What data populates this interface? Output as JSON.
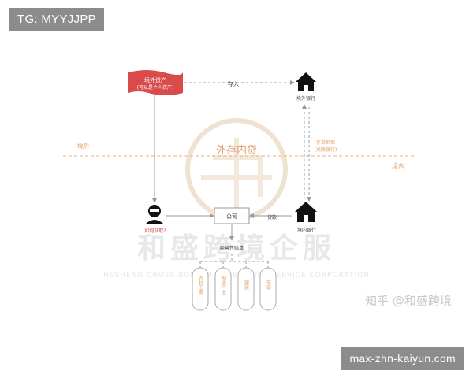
{
  "tags": {
    "top_left": "TG: MYYJJPP",
    "bottom_right": "max-zhn-kaiyun.com"
  },
  "diagram": {
    "flag_line1": "境外资产",
    "flag_line2": "(可以是个人资产)",
    "deposit_label": "存入",
    "overseas_bank": "境外银行",
    "pledge_line1": "存单担保",
    "pledge_line2": "(关联银行)",
    "region_outside": "境外",
    "region_inside": "境内",
    "center_title": "外存内贷",
    "question": "如何获取?",
    "company": "公司",
    "loan_label": "贷款",
    "domestic_bank": "境内银行",
    "operating_result": "经营性结算",
    "outputs": [
      "农村工商",
      "制造产业",
      "服装",
      "等等"
    ]
  },
  "watermark": {
    "brand": "和盛跨境企服",
    "brand_en": "HESHENG CROSS-BORDER ENTERPRISE SERVICE CORPORATION",
    "credit": "知乎 @和盛跨境"
  },
  "colors": {
    "flag": "#d94a4a",
    "orange_label": "#e8a060",
    "watermark": "#e6e6e6"
  }
}
